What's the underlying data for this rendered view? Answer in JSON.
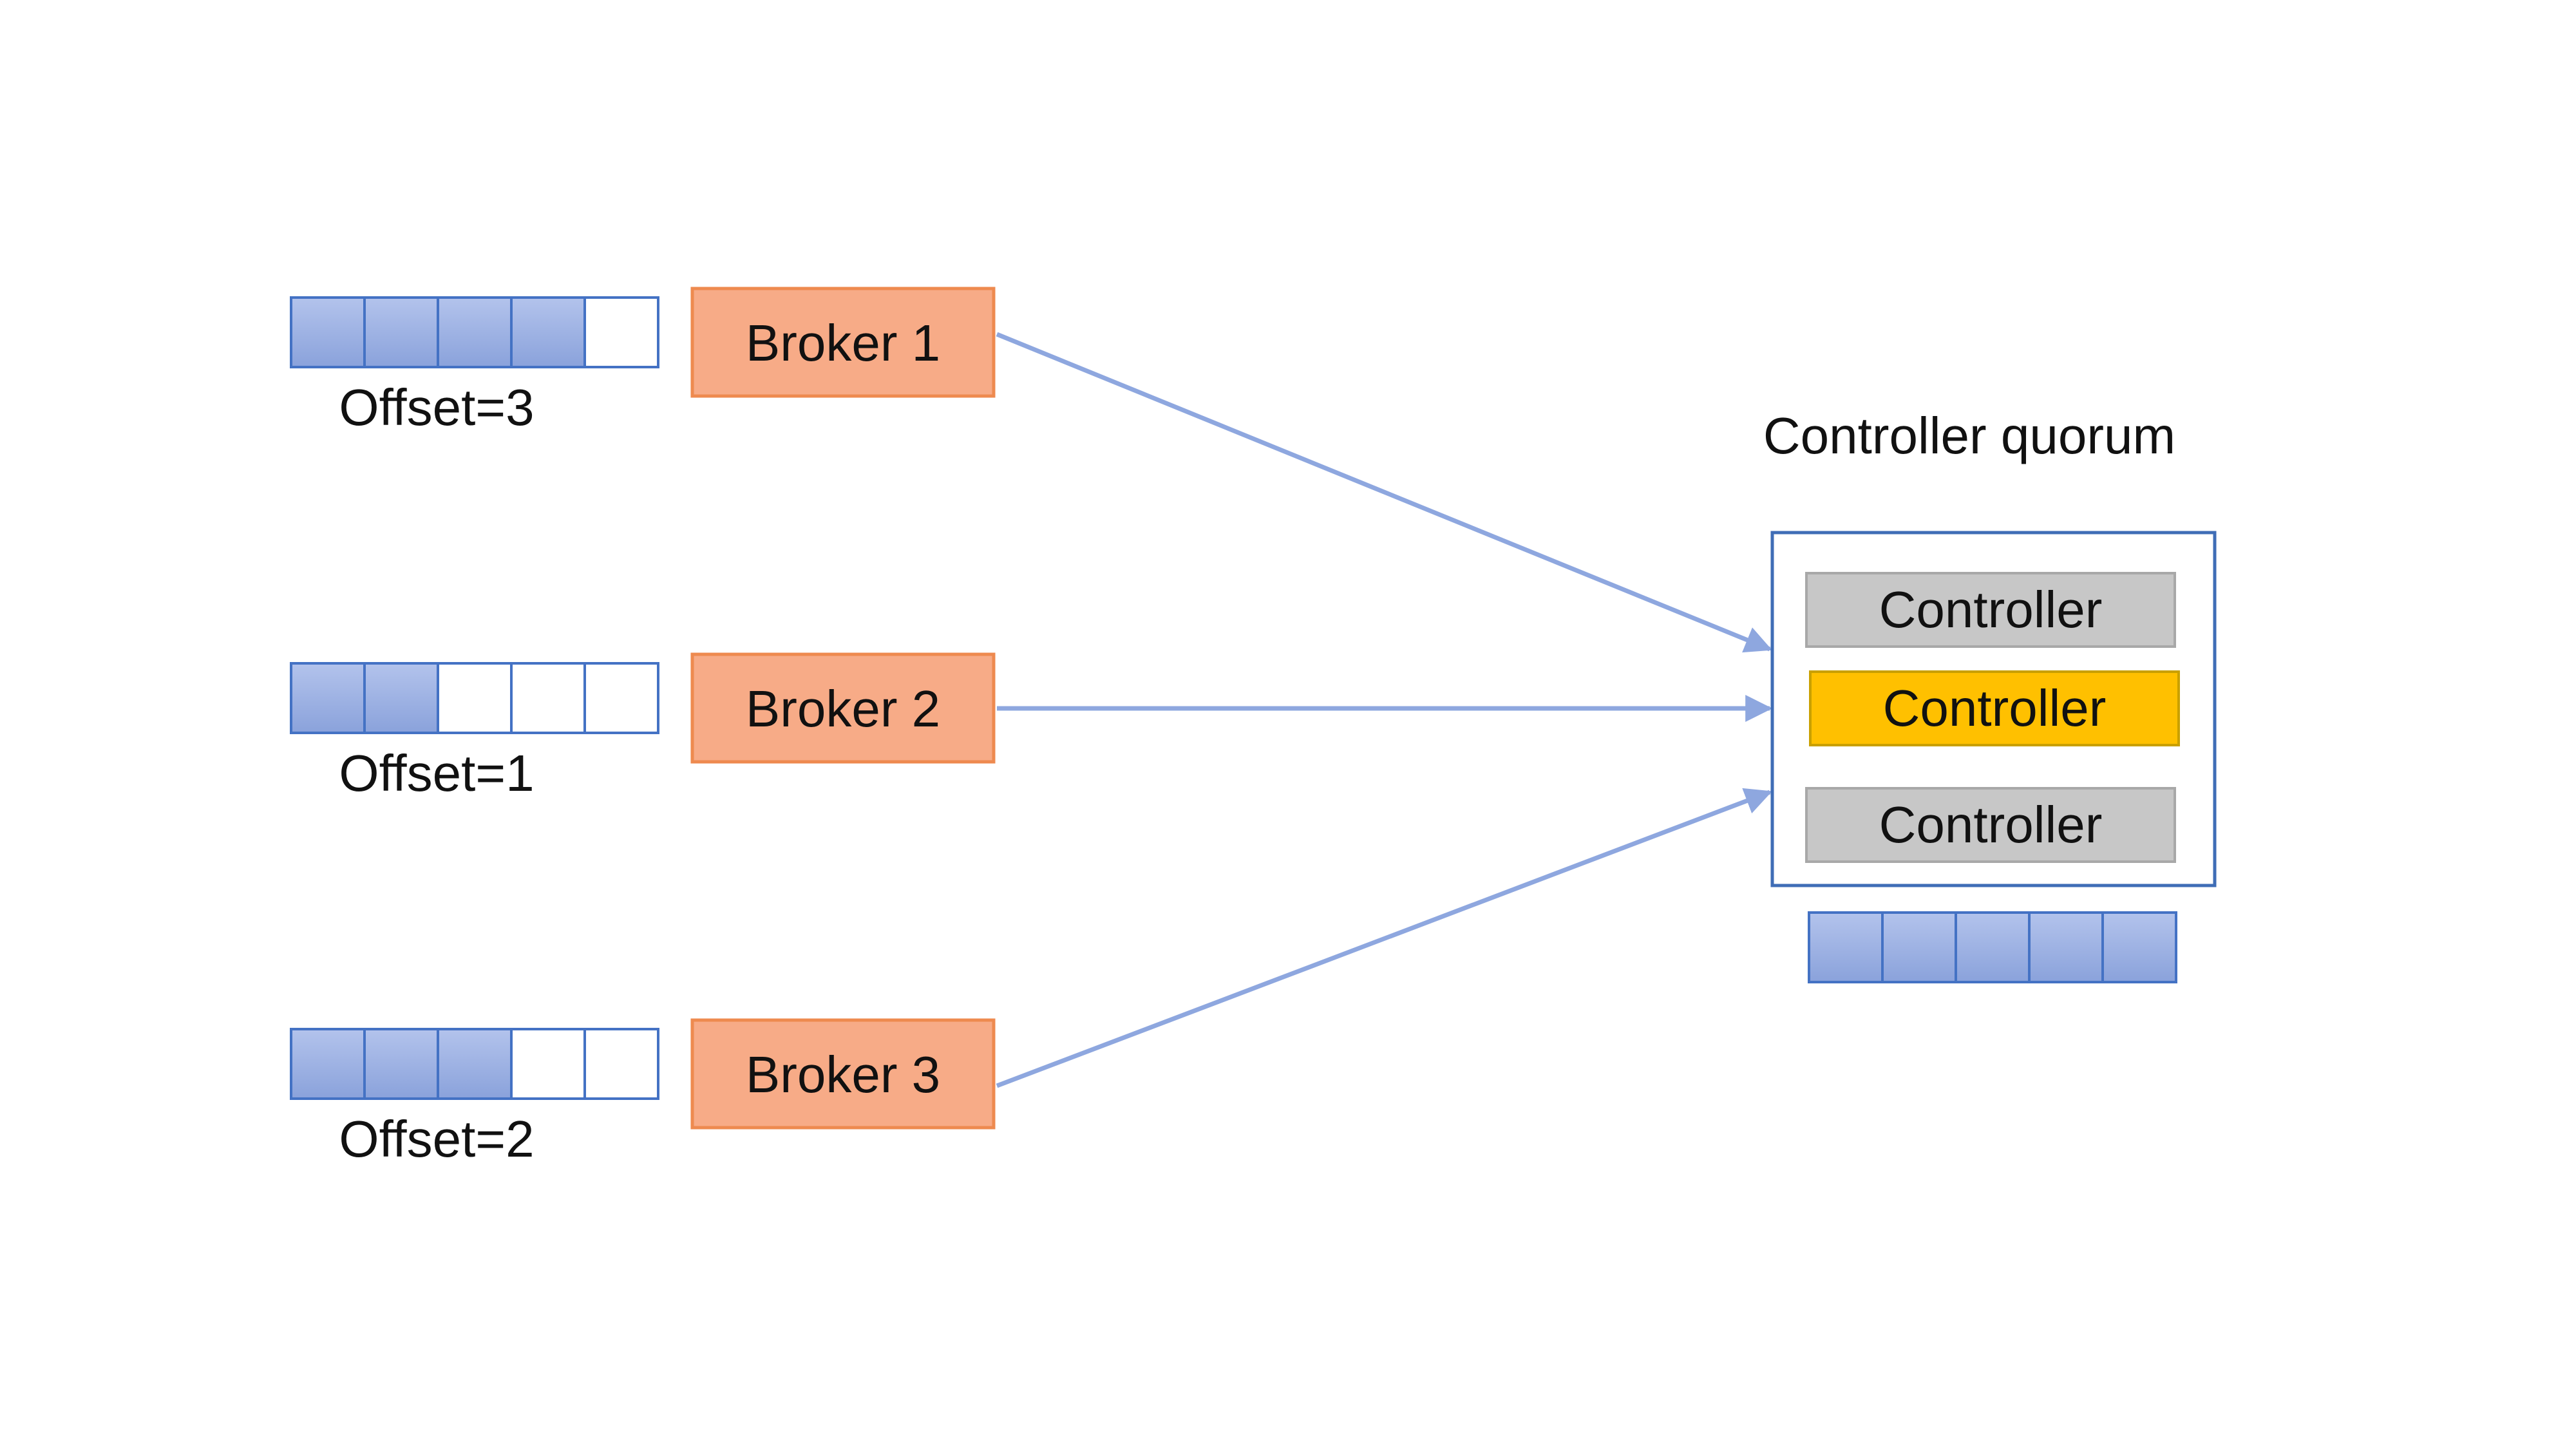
{
  "brokers": [
    {
      "label": "Broker 1",
      "offset_label": "Offset=3",
      "filled_slots": 4,
      "total_slots": 5
    },
    {
      "label": "Broker 2",
      "offset_label": "Offset=1",
      "filled_slots": 2,
      "total_slots": 5
    },
    {
      "label": "Broker 3",
      "offset_label": "Offset=2",
      "filled_slots": 3,
      "total_slots": 5
    }
  ],
  "quorum": {
    "title": "Controller quorum",
    "controllers": [
      {
        "label": "Controller",
        "role": "follower"
      },
      {
        "label": "Controller",
        "role": "leader"
      },
      {
        "label": "Controller",
        "role": "follower"
      }
    ],
    "log": {
      "filled_slots": 5,
      "total_slots": 5
    }
  },
  "colors": {
    "broker_fill": "#f7ab87",
    "broker_border": "#ee8a4f",
    "log_fill": "#90a8e0",
    "log_border": "#4472c4",
    "arrow": "#8ea7df",
    "quorum_border": "#3f6db6",
    "controller_fill": "#c7c7c7",
    "controller_border": "#a8a8a8",
    "leader_fill": "#ffc000",
    "leader_border": "#c9a000",
    "text": "#111111"
  }
}
